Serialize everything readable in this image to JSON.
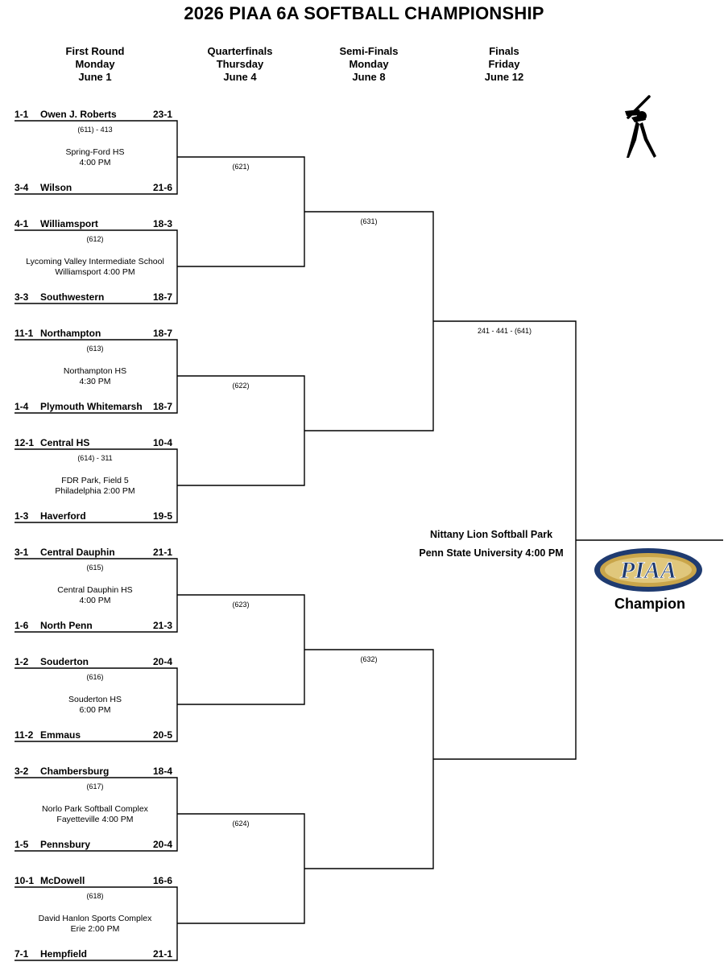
{
  "title": "2026 PIAA 6A SOFTBALL CHAMPIONSHIP",
  "rounds": [
    {
      "name": "First Round",
      "day": "Monday",
      "date": "June 1"
    },
    {
      "name": "Quarterfinals",
      "day": "Thursday",
      "date": "June 4"
    },
    {
      "name": "Semi-Finals",
      "day": "Monday",
      "date": "June 8"
    },
    {
      "name": "Finals",
      "day": "Friday",
      "date": "June 12"
    }
  ],
  "first_round": [
    {
      "game": "(611) - 413",
      "venue1": "Spring-Ford HS",
      "venue2": "4:00 PM",
      "top": {
        "seed": "1-1",
        "name": "Owen J. Roberts",
        "record": "23-1"
      },
      "bottom": {
        "seed": "3-4",
        "name": "Wilson",
        "record": "21-6"
      }
    },
    {
      "game": "(612)",
      "venue1": "Lycoming Valley Intermediate School",
      "venue2": "Williamsport 4:00 PM",
      "top": {
        "seed": "4-1",
        "name": "Williamsport",
        "record": "18-3"
      },
      "bottom": {
        "seed": "3-3",
        "name": "Southwestern",
        "record": "18-7"
      }
    },
    {
      "game": "(613)",
      "venue1": "Northampton HS",
      "venue2": "4:30 PM",
      "top": {
        "seed": "11-1",
        "name": "Northampton",
        "record": "18-7"
      },
      "bottom": {
        "seed": "1-4",
        "name": "Plymouth Whitemarsh",
        "record": "18-7"
      }
    },
    {
      "game": "(614) - 311",
      "venue1": "FDR Park, Field 5",
      "venue2": "Philadelphia 2:00 PM",
      "top": {
        "seed": "12-1",
        "name": "Central HS",
        "record": "10-4"
      },
      "bottom": {
        "seed": "1-3",
        "name": "Haverford",
        "record": "19-5"
      }
    },
    {
      "game": "(615)",
      "venue1": "Central Dauphin HS",
      "venue2": "4:00 PM",
      "top": {
        "seed": "3-1",
        "name": "Central Dauphin",
        "record": "21-1"
      },
      "bottom": {
        "seed": "1-6",
        "name": "North Penn",
        "record": "21-3"
      }
    },
    {
      "game": "(616)",
      "venue1": "Souderton HS",
      "venue2": "6:00 PM",
      "top": {
        "seed": "1-2",
        "name": "Souderton",
        "record": "20-4"
      },
      "bottom": {
        "seed": "11-2",
        "name": "Emmaus",
        "record": "20-5"
      }
    },
    {
      "game": "(617)",
      "venue1": "Norlo Park Softball Complex",
      "venue2": "Fayetteville 4:00 PM",
      "top": {
        "seed": "3-2",
        "name": "Chambersburg",
        "record": "18-4"
      },
      "bottom": {
        "seed": "1-5",
        "name": "Pennsbury",
        "record": "20-4"
      }
    },
    {
      "game": "(618)",
      "venue1": "David Hanlon Sports Complex",
      "venue2": "Erie 2:00 PM",
      "top": {
        "seed": "10-1",
        "name": "McDowell",
        "record": "16-6"
      },
      "bottom": {
        "seed": "7-1",
        "name": "Hempfield",
        "record": "21-1"
      }
    }
  ],
  "quarterfinals": [
    "(621)",
    "(622)",
    "(623)",
    "(624)"
  ],
  "semifinals": [
    "(631)",
    "(632)"
  ],
  "finals": {
    "game": "241 - 441 - (641)",
    "venue1": "Nittany Lion Softball Park",
    "venue2": "Penn State University 4:00 PM"
  },
  "logo_text": "PIAA",
  "champion_label": "Champion",
  "colors": {
    "logo_gold": "#c9a54a",
    "logo_navy": "#1f3b70",
    "lines": "#000000"
  }
}
